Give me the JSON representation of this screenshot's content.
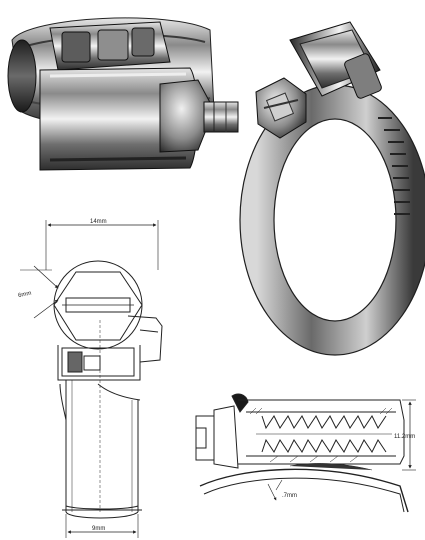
{
  "figure": {
    "views": [
      {
        "id": "photo-side",
        "kind": "photograph"
      },
      {
        "id": "photo-perspective",
        "kind": "photograph"
      },
      {
        "id": "drawing-front",
        "kind": "line-drawing"
      },
      {
        "id": "drawing-section",
        "kind": "line-drawing"
      }
    ],
    "dimensions": {
      "housing_width": "14mm",
      "hex_size": "6mm",
      "band_width": "9mm",
      "housing_height": "11.2mm",
      "band_thickness": ".7mm"
    }
  }
}
